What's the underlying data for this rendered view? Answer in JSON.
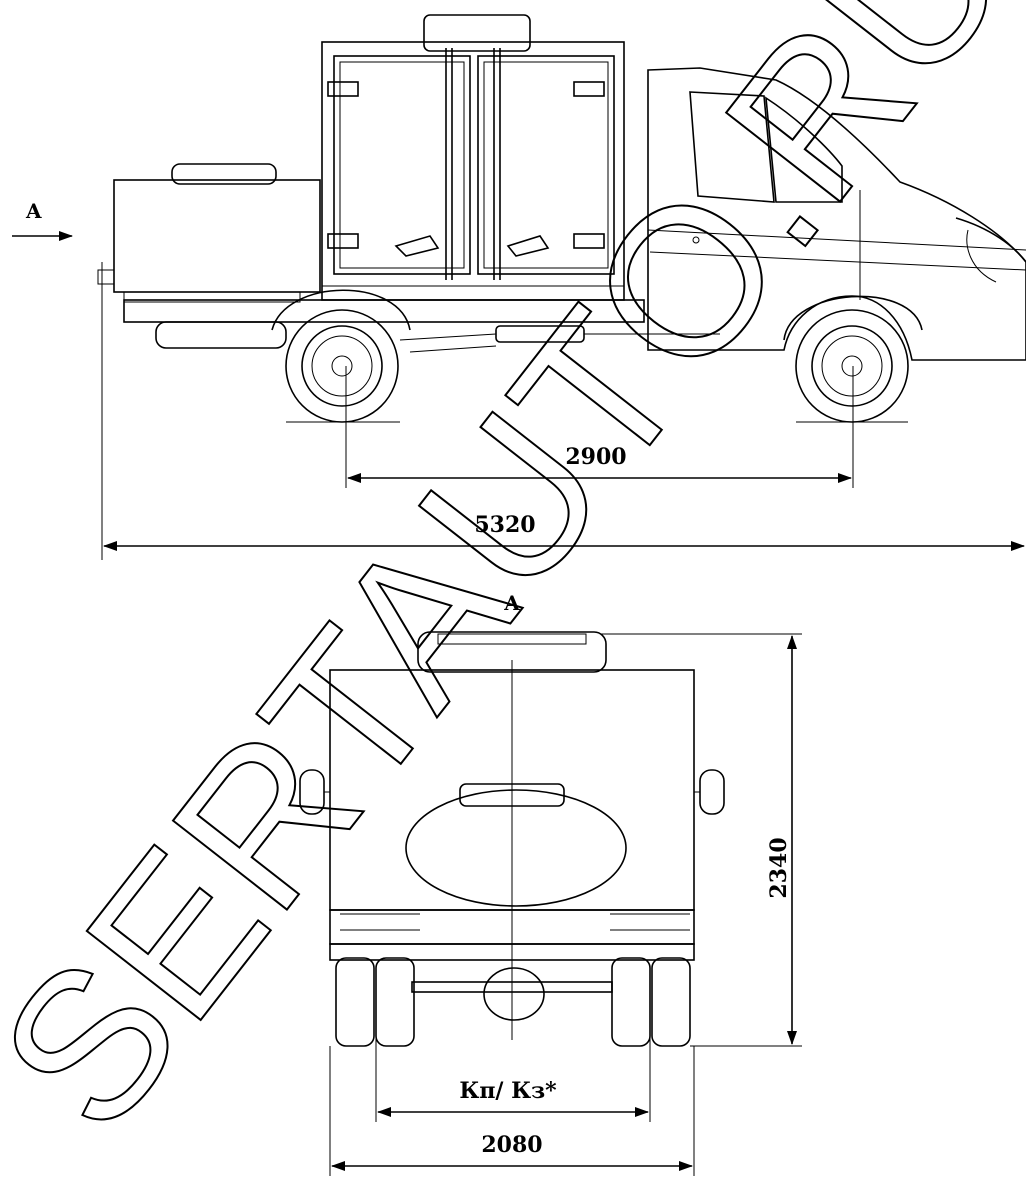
{
  "side_view": {
    "view_arrow_label": "A",
    "wheelbase_dim": "2900",
    "overall_length_dim": "5320"
  },
  "rear_view": {
    "view_label": "A",
    "height_dim": "2340",
    "track_dim": "Кп/ Кз*",
    "width_dim": "2080"
  },
  "watermark": {
    "text": "SERTAUTO.RU",
    "color": "#000000"
  }
}
